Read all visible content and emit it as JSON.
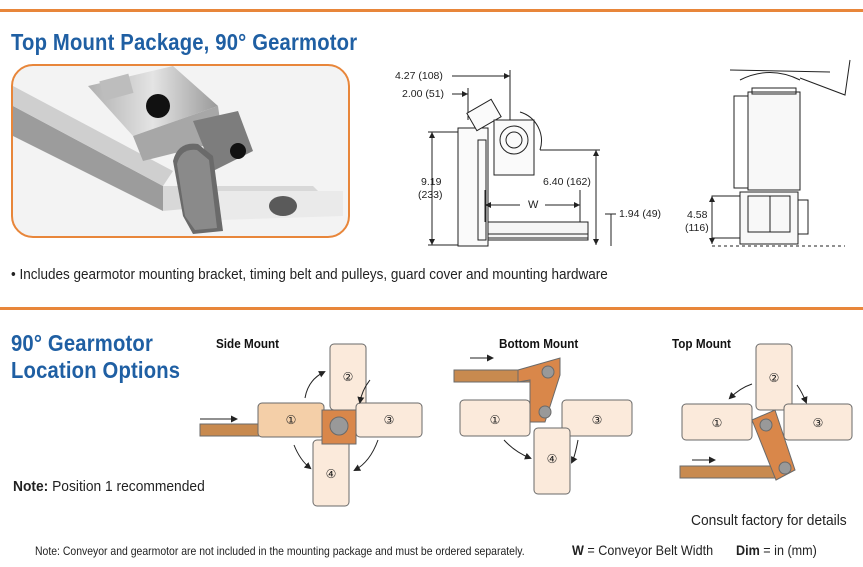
{
  "top": {
    "title": "Top Mount Package, 90° Gearmotor",
    "bullet": "• Includes gearmotor mounting bracket, timing belt and pulleys, guard cover and mounting hardware",
    "dims": {
      "d1": "4.27 (108)",
      "d2": "2.00 (51)",
      "d3_a": "9.19",
      "d3_b": "(233)",
      "d4": "6.40 (162)",
      "d5": "1.94 (49)",
      "w": "W",
      "d6_a": "4.58",
      "d6_b": "(116)"
    }
  },
  "options": {
    "title_line1": "90° Gearmotor",
    "title_line2": "Location Options",
    "side_label": "Side Mount",
    "bottom_label": "Bottom Mount",
    "top_label": "Top Mount",
    "positions": [
      "①",
      "②",
      "③",
      "④"
    ],
    "note_bold": "Note:",
    "note_text": " Position 1 recommended",
    "consult": "Consult factory for details"
  },
  "footer": {
    "note": "Note: Conveyor and gearmotor are not included in the mounting package and must be ordered separately.",
    "w_bold": "W",
    "w_text": " = Conveyor Belt Width",
    "dim_bold": "Dim",
    "dim_text": " = in (mm)"
  },
  "colors": {
    "accent": "#e8863a",
    "title": "#1f5fa3",
    "motor_fill": "#f4d6b5",
    "bracket": "#d9874a"
  }
}
